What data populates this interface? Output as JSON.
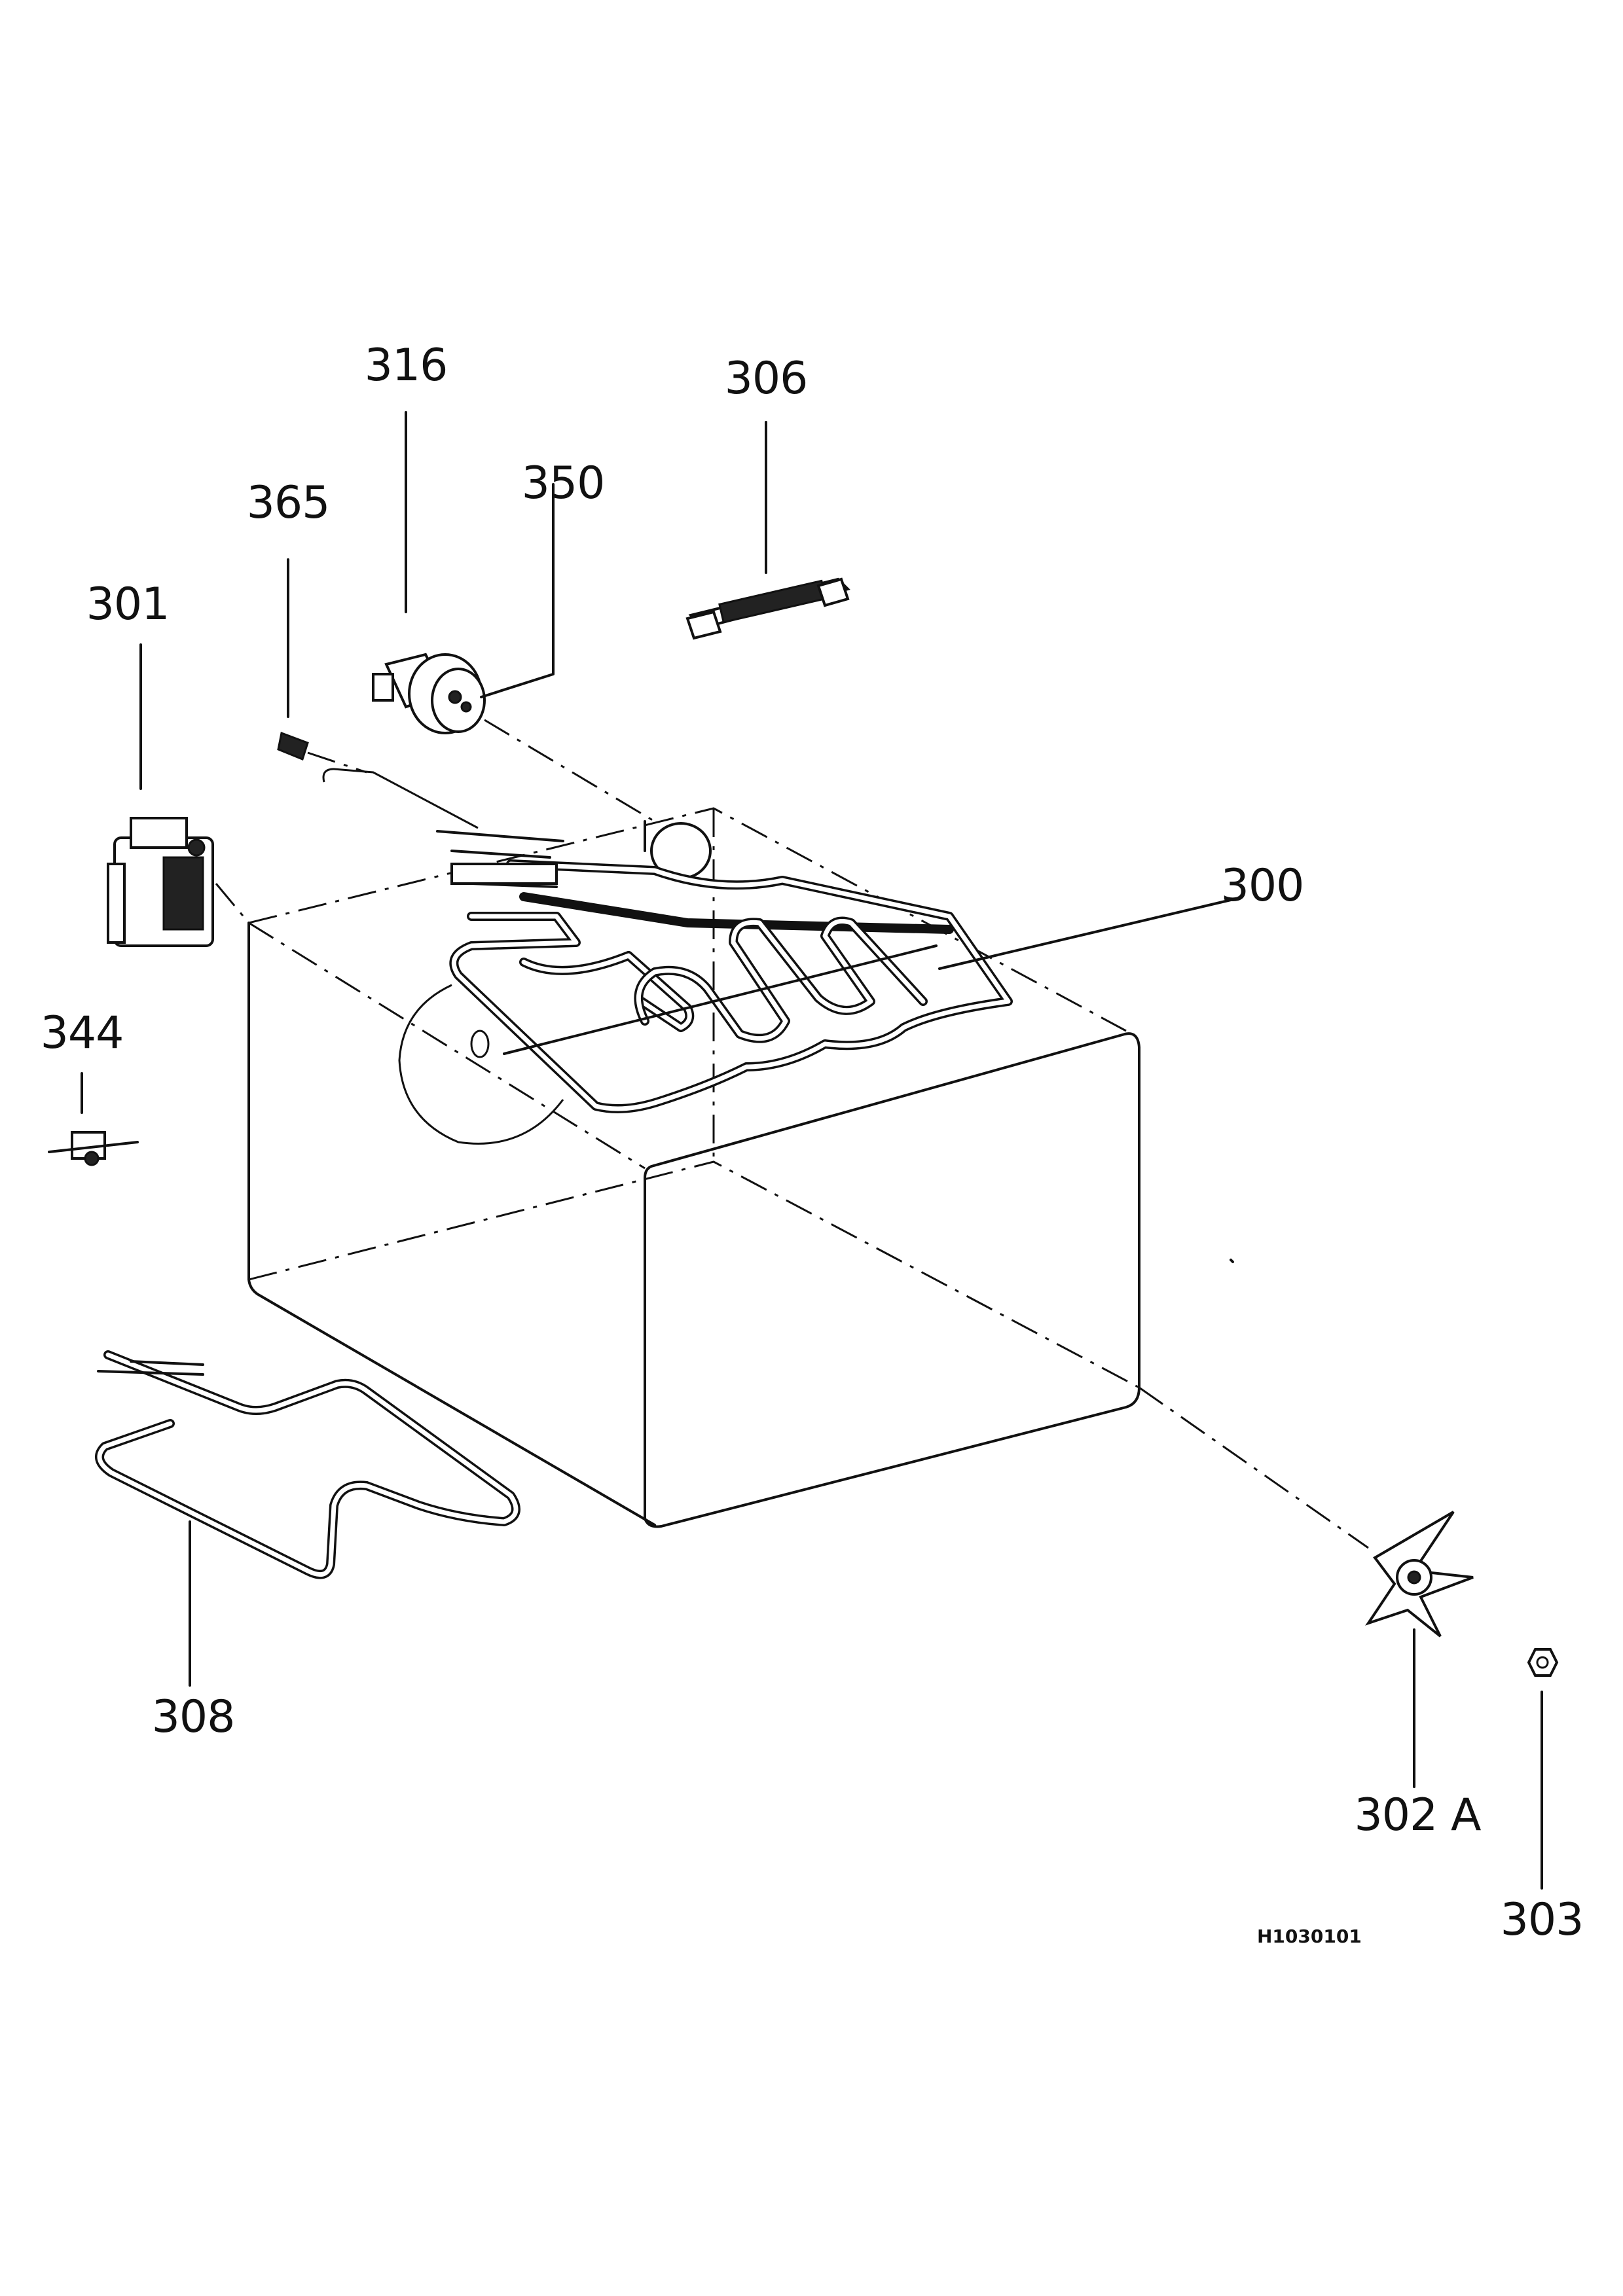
{
  "labels": {
    "p300": "300",
    "p301": "301",
    "p302a": "302 A",
    "p303": "303",
    "p306": "306",
    "p308": "308",
    "p316": "316",
    "p344": "344",
    "p350": "350",
    "p365": "365"
  },
  "drawing_code": "H1030101"
}
